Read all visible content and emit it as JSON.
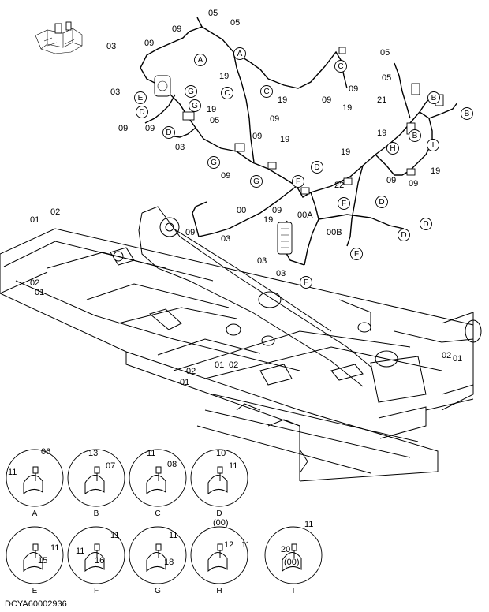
{
  "doc_code": "DCYA60002936",
  "callouts": [
    "A",
    "A",
    "C",
    "C",
    "C",
    "E",
    "D",
    "D",
    "G",
    "G",
    "G",
    "G",
    "F",
    "F",
    "F",
    "F",
    "D",
    "D",
    "D",
    "D",
    "B",
    "B",
    "B",
    "H",
    "I"
  ],
  "part_numbers": [
    "05",
    "05",
    "05",
    "05",
    "09",
    "09",
    "03",
    "03",
    "19",
    "09",
    "09",
    "09",
    "21",
    "19",
    "19",
    "09",
    "05",
    "19",
    "09",
    "09",
    "19",
    "19",
    "19",
    "09",
    "03",
    "09",
    "19",
    "09",
    "22",
    "00",
    "09",
    "19",
    "00A",
    "00B",
    "09",
    "03",
    "03",
    "03",
    "01",
    "02",
    "02",
    "01",
    "01",
    "02",
    "02",
    "01",
    "02",
    "01"
  ],
  "details": [
    {
      "letter": "A",
      "parts": [
        "06",
        "11"
      ]
    },
    {
      "letter": "B",
      "parts": [
        "13",
        "07"
      ]
    },
    {
      "letter": "C",
      "parts": [
        "11",
        "08"
      ]
    },
    {
      "letter": "D",
      "parts": [
        "10",
        "11"
      ]
    },
    {
      "letter": "E",
      "parts": [
        "11",
        "15"
      ]
    },
    {
      "letter": "F",
      "parts": [
        "11",
        "11",
        "16"
      ]
    },
    {
      "letter": "G",
      "parts": [
        "11",
        "18"
      ]
    },
    {
      "letter": "H",
      "parts": [
        "(00)",
        "12",
        "11"
      ]
    },
    {
      "letter": "I",
      "parts": [
        "11",
        "20",
        "(00)"
      ]
    }
  ]
}
